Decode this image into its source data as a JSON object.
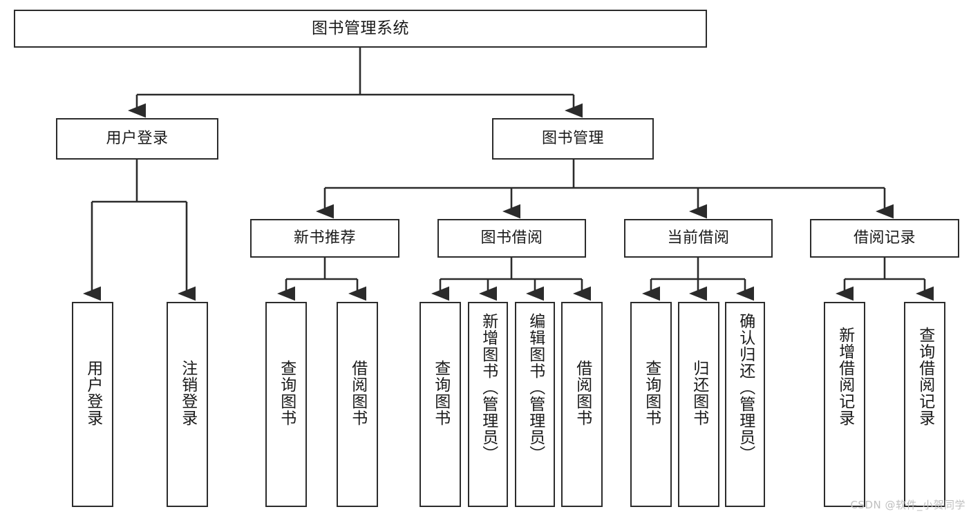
{
  "diagram": {
    "title": "图书管理系统",
    "type": "tree-hierarchy-chart",
    "line_color": "#2b2b2b",
    "box_fill": "#ffffff",
    "text_color": "#1a1a1a",
    "root": {
      "label": "图书管理系统"
    },
    "level2": [
      {
        "label": "用户登录"
      },
      {
        "label": "图书管理"
      }
    ],
    "level3": [
      {
        "label": "新书推荐"
      },
      {
        "label": "图书借阅"
      },
      {
        "label": "当前借阅"
      },
      {
        "label": "借阅记录"
      }
    ],
    "leaves": {
      "user_login": [
        {
          "label": "用户登录"
        },
        {
          "label": "注销登录"
        }
      ],
      "new_book_recommend": [
        {
          "label": "查询图书"
        },
        {
          "label": "借阅图书"
        }
      ],
      "book_borrow": [
        {
          "label": "查询图书"
        },
        {
          "label": "新增图书（管理员）"
        },
        {
          "label": "编辑图书（管理员）"
        },
        {
          "label": "借阅图书"
        }
      ],
      "current_borrow": [
        {
          "label": "查询图书"
        },
        {
          "label": "归还图书"
        },
        {
          "label": "确认归还（管理员）"
        }
      ],
      "borrow_record": [
        {
          "label": "新增借阅记录"
        },
        {
          "label": "查询借阅记录"
        }
      ]
    }
  },
  "watermark": {
    "text": "CSDN @软件_小贺同学"
  }
}
